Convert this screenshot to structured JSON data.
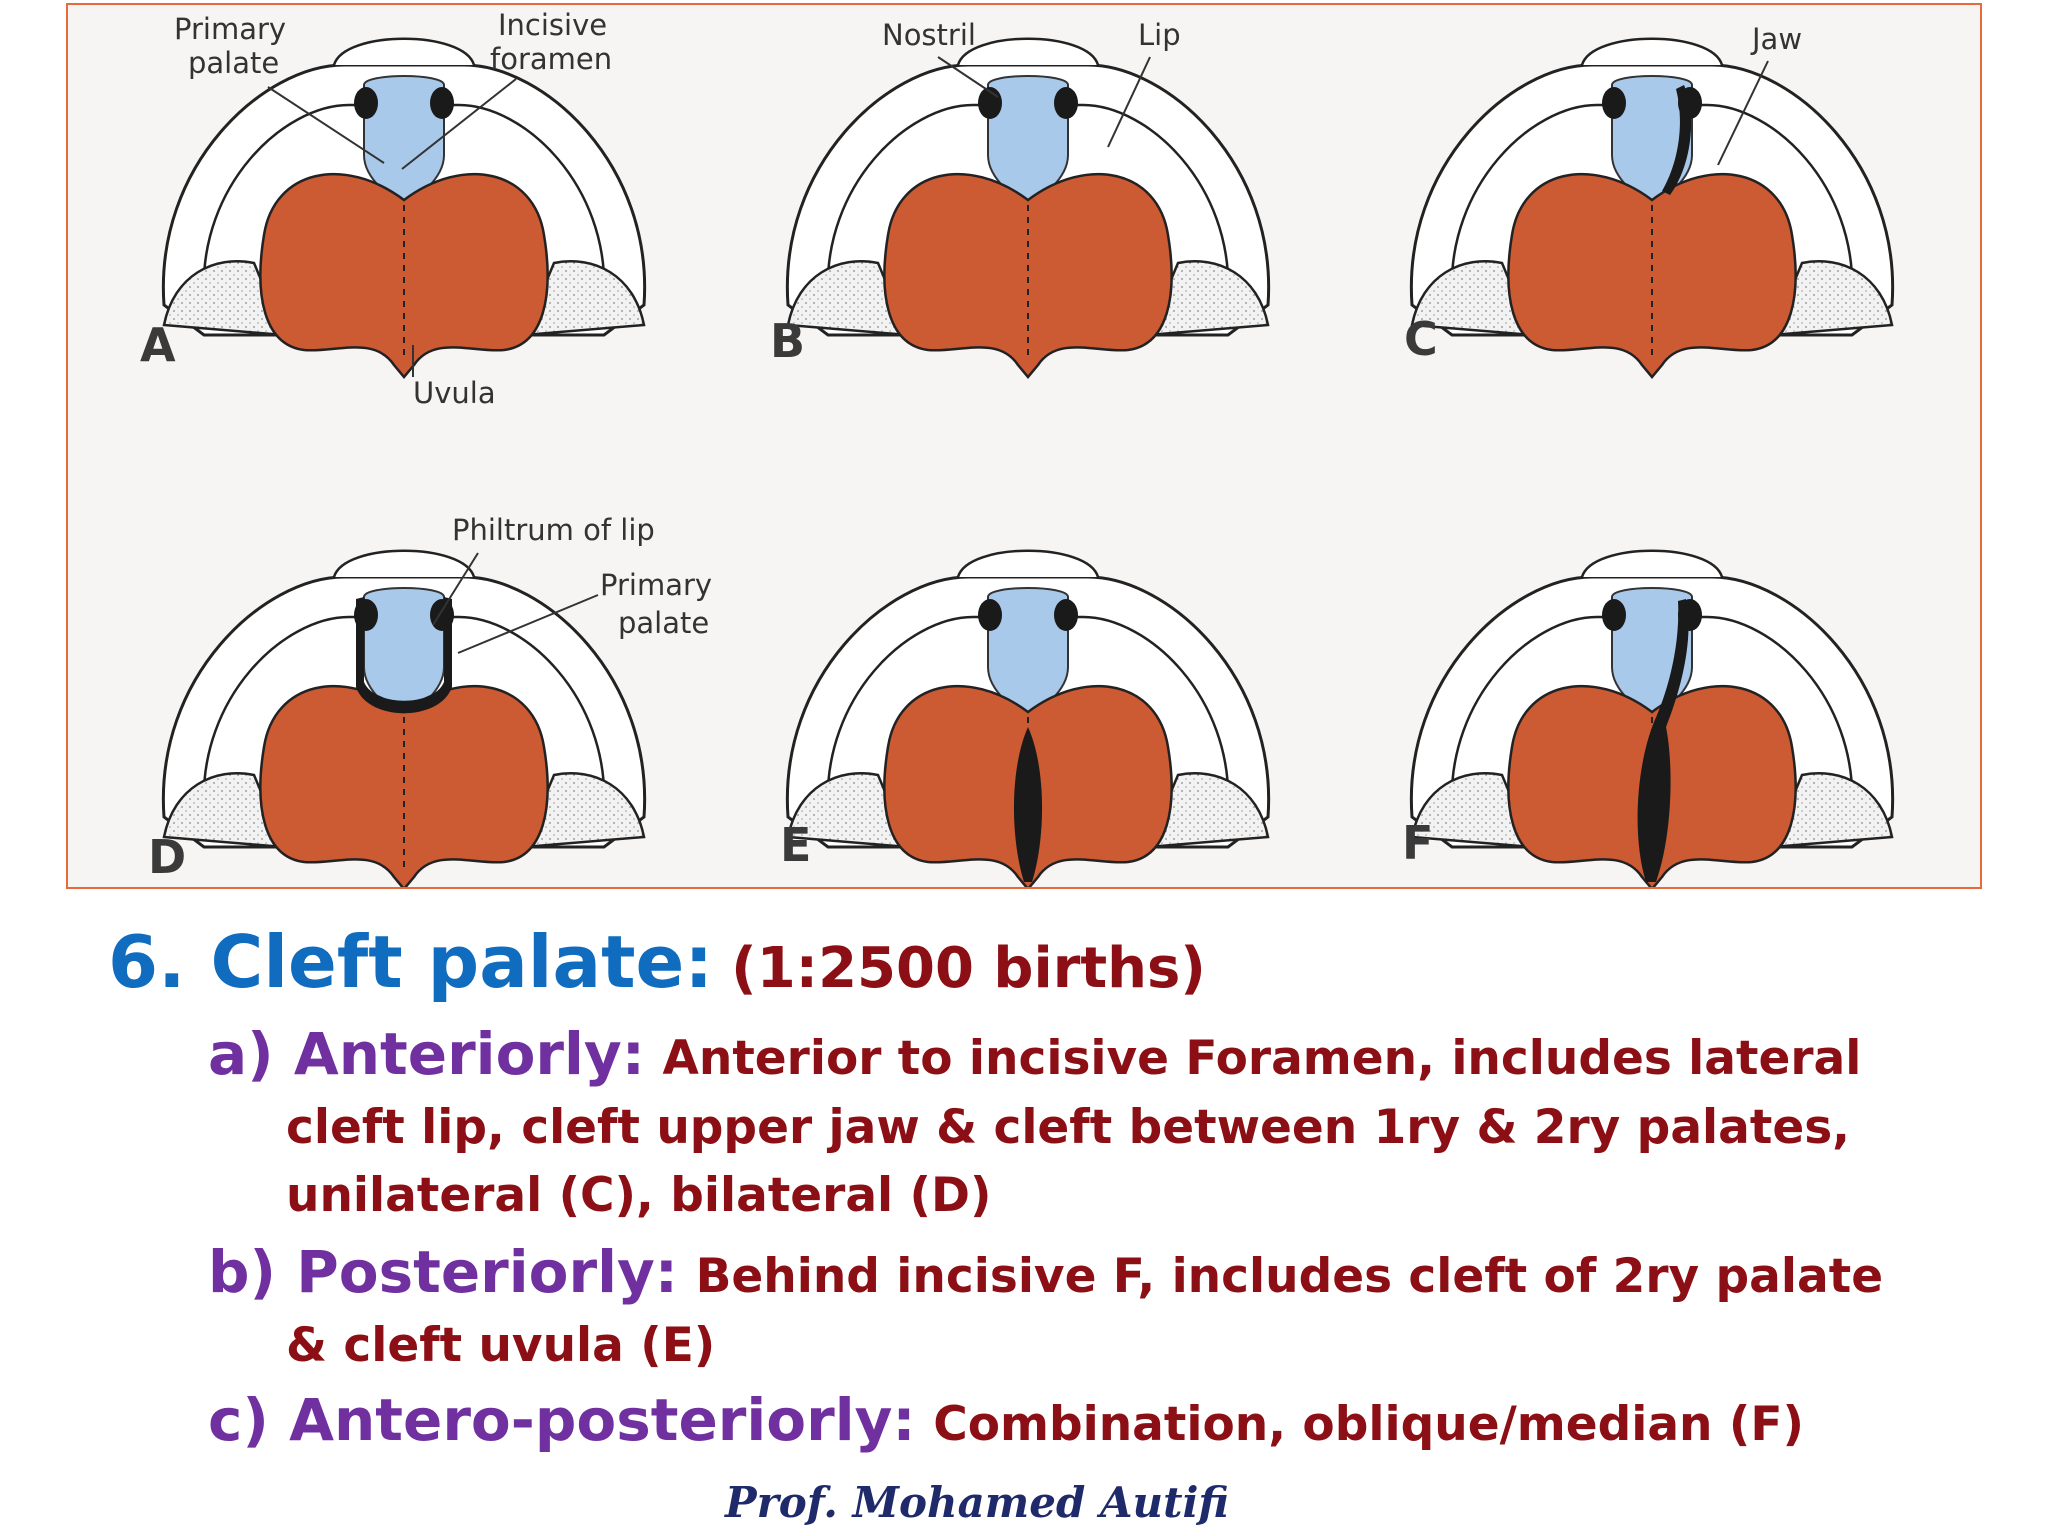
{
  "figure": {
    "labels": {
      "primary_palate_1": "Primary",
      "primary_palate_2": "palate",
      "incisive_1": "Incisive",
      "incisive_2": "foramen",
      "uvula": "Uvula",
      "nostril": "Nostril",
      "lip": "Lip",
      "jaw": "Jaw",
      "philtrum": "Philtrum of lip",
      "primary_d_1": "Primary",
      "primary_d_2": "palate"
    },
    "panels": [
      "A",
      "B",
      "C",
      "D",
      "E",
      "F"
    ],
    "colors": {
      "palate": "#cc5a32",
      "primary_palate": "#a9c9ea",
      "frame_border": "#e86a3a",
      "cleft": "#1a1a1a"
    }
  },
  "heading": {
    "main": "6. Cleft palate:",
    "sub": "(1:2500 births)"
  },
  "items": {
    "a": {
      "label": "a) Anteriorly:",
      "line1": "Anterior to incisive Foramen, includes lateral",
      "line2": "cleft lip, cleft upper jaw & cleft between 1ry & 2ry palates,",
      "line3": "unilateral (C), bilateral (D)"
    },
    "b": {
      "label": "b) Posteriorly:",
      "line1": "Behind incisive F, includes cleft of 2ry palate",
      "line2": "& cleft uvula (E)"
    },
    "c": {
      "label": "c) Antero-posteriorly:",
      "line1": "Combination, oblique/median (F)"
    }
  },
  "author": "Prof. Mohamed Autifi"
}
